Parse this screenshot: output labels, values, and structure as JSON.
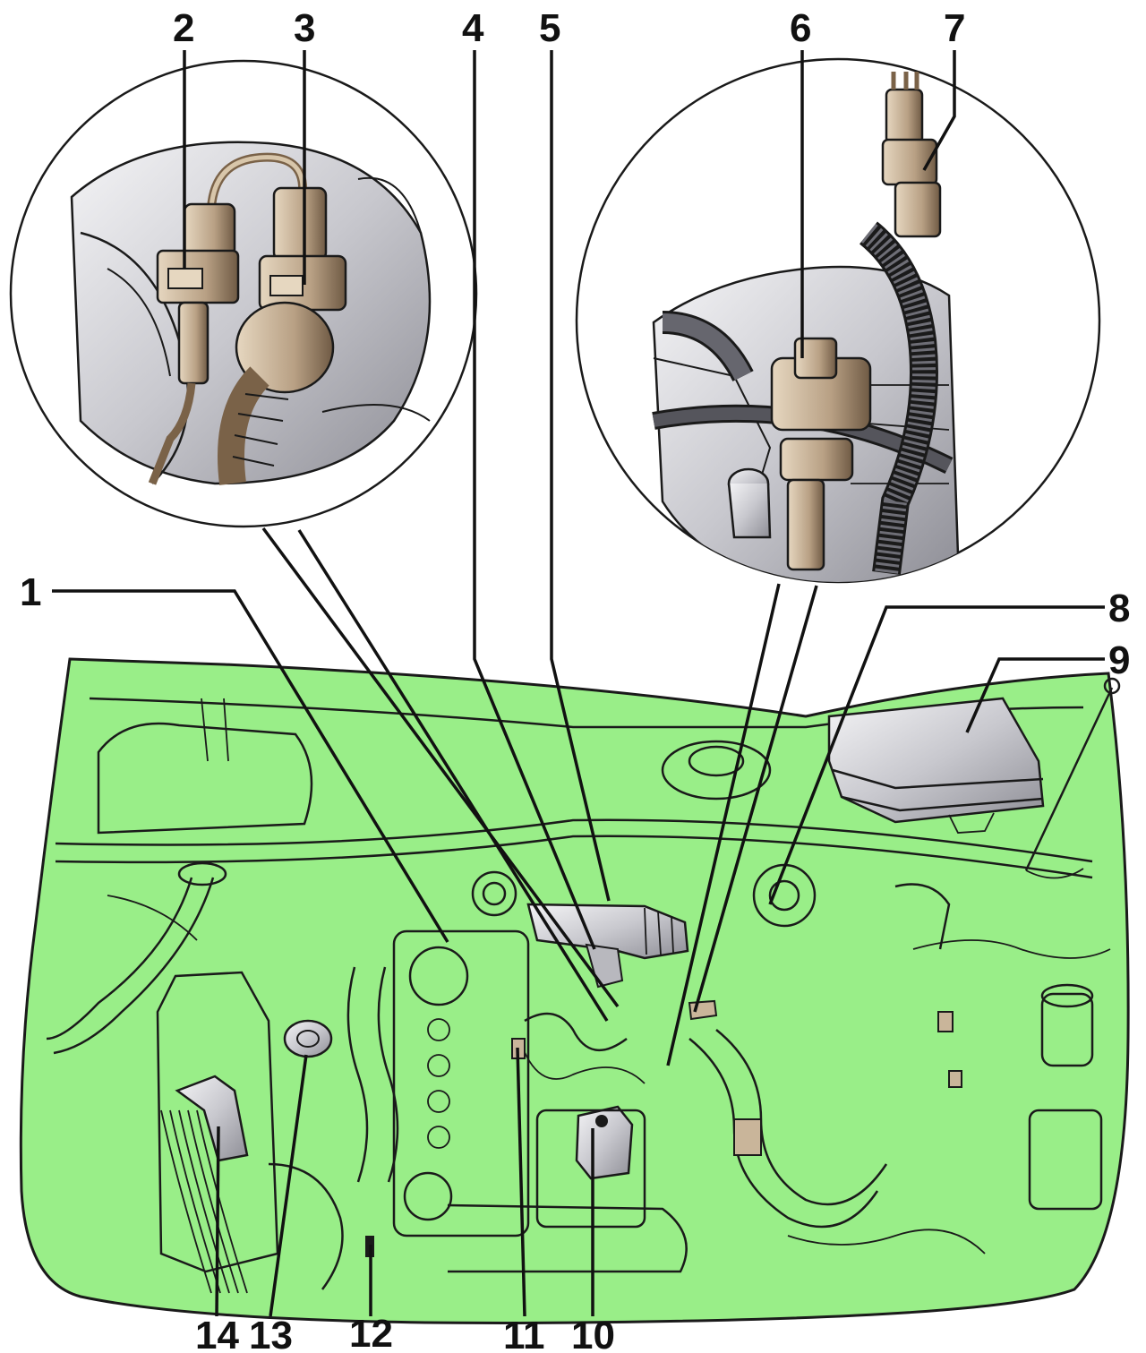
{
  "colors": {
    "engine_fill": "#99ee88",
    "line": "#1a1a1a",
    "part_fill": "#d8d8dc",
    "part_fill_dark": "#9a9aa0",
    "connector_fill": "#c9b59a",
    "connector_dark": "#7a6248",
    "label": "#111111"
  },
  "labels": {
    "l1": "1",
    "l2": "2",
    "l3": "3",
    "l4": "4",
    "l5": "5",
    "l6": "6",
    "l7": "7",
    "l8": "8",
    "l9": "9",
    "l10": "10",
    "l11": "11",
    "l12": "12",
    "l13": "13",
    "l14": "14"
  }
}
